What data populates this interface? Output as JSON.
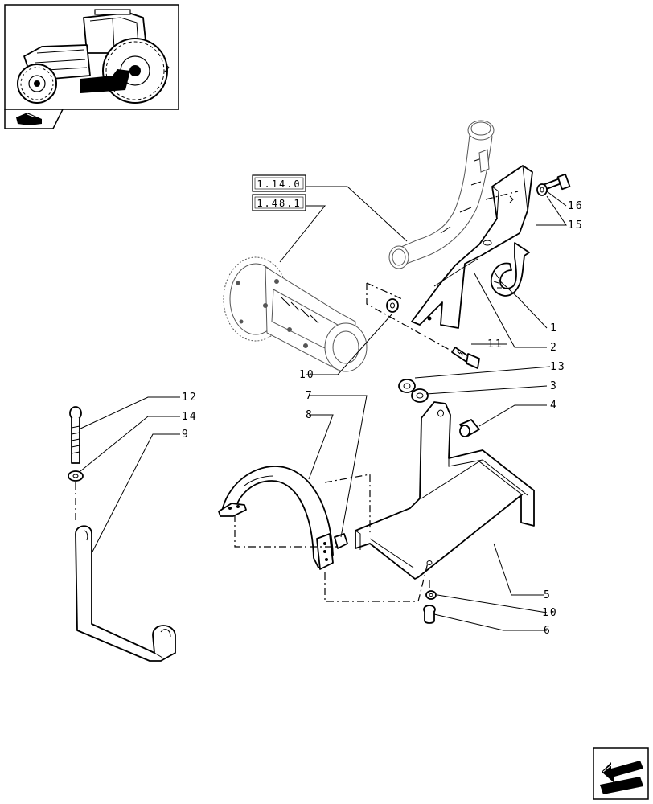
{
  "reference_boxes": [
    "1.14.0",
    "1.48.1"
  ],
  "callouts": [
    "1",
    "2",
    "3",
    "4",
    "5",
    "6",
    "7",
    "8",
    "9",
    "10",
    "10",
    "11",
    "12",
    "13",
    "14",
    "15",
    "16"
  ],
  "icons": {
    "thumbnail": "tractor-thumbnail-icon",
    "section": "section-tab-icon",
    "navigation": "next-page-arrow-icon"
  }
}
